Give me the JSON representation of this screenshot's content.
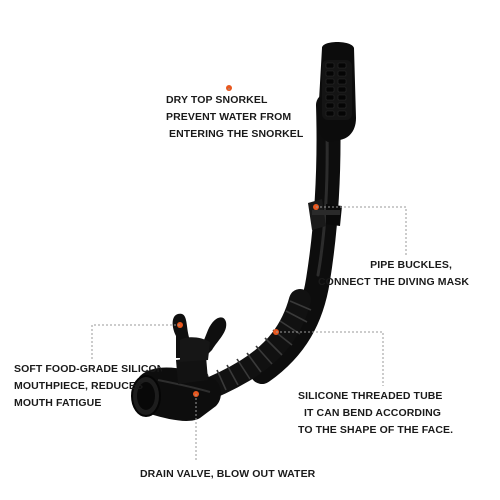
{
  "palette": {
    "accent": "#e8571e",
    "leader": "#9a9a9a",
    "text": "#1a1a1a",
    "product": "#111111"
  },
  "callouts": {
    "dry_top": [
      "DRY TOP SNORKEL",
      "PREVENT WATER FROM",
      "ENTERING THE SNORKEL"
    ],
    "pipe_buckles": [
      "PIPE BUCKLES,",
      "CONNECT THE DIVING MASK"
    ],
    "mouthpiece": [
      "SOFT FOOD-GRADE SILICONE",
      "MOUTHPIECE, REDUCES",
      "MOUTH FATIGUE"
    ],
    "threaded_tube": [
      "SILICONE THREADED TUBE",
      "IT CAN BEND ACCORDING",
      "TO THE SHAPE OF THE FACE."
    ],
    "drain_valve": [
      "DRAIN VALVE, BLOW OUT WATER"
    ]
  }
}
